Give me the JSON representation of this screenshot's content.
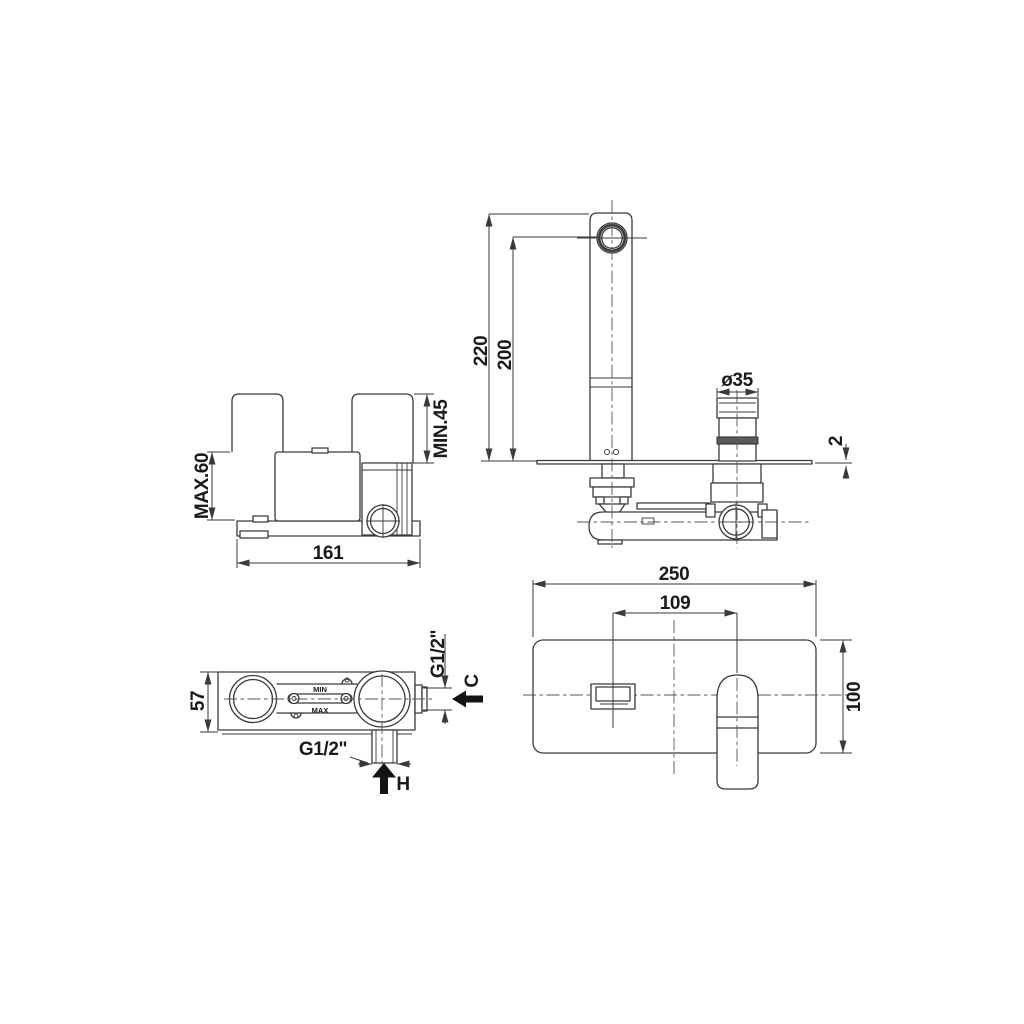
{
  "drawing_type": "technical-installation-drawing",
  "views": {
    "side_body": {
      "max_depth": "MAX.60",
      "min_depth": "MIN.45",
      "body_width": "161"
    },
    "front_faucet": {
      "total_height": "220",
      "outlet_height": "200",
      "handle_diameter": "ø35",
      "plate_thickness": "2"
    },
    "top_body": {
      "body_depth": "57",
      "min_label": "MIN",
      "max_label": "MAX",
      "cold_thread": "G1/2\"",
      "hot_thread": "G1/2\"",
      "cold_label": "C",
      "hot_label": "H"
    },
    "front_plate": {
      "plate_width": "250",
      "spout_to_handle": "109",
      "plate_height": "100"
    }
  },
  "colors": {
    "line": "#3a3a3a",
    "text": "#1a1a1a",
    "flow_arrow": "#141414",
    "background": "#ffffff"
  }
}
